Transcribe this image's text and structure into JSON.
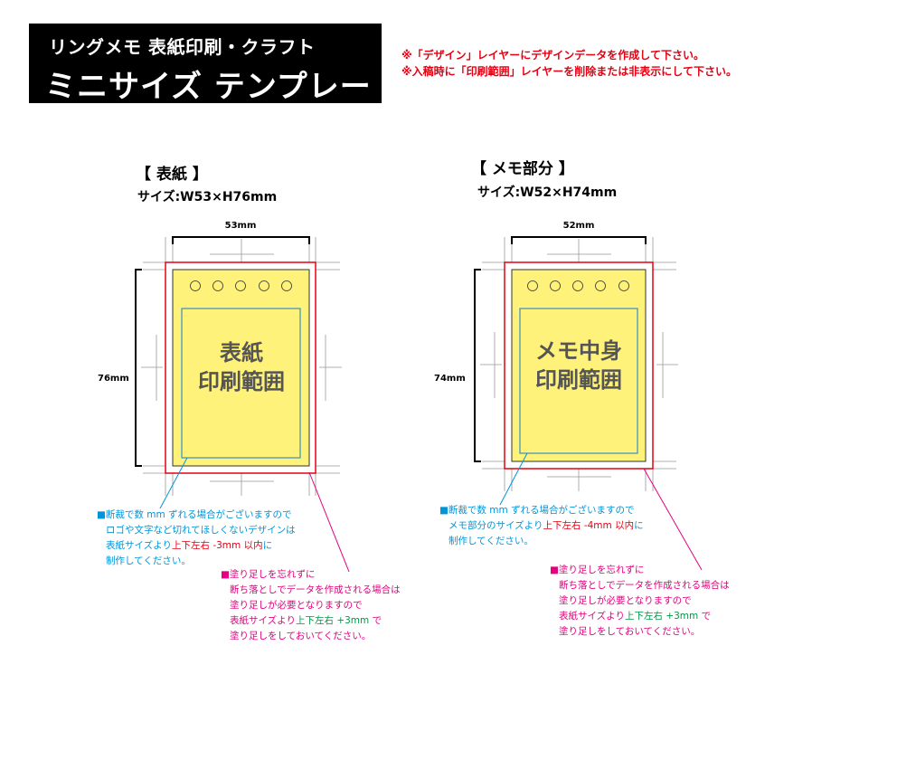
{
  "header": {
    "subtitle": "リングメモ 表紙印刷・クラフト",
    "title": "ミニサイズ テンプレート"
  },
  "notes": [
    "※「デザイン」レイヤーにデザインデータを作成して下さい。",
    "※入稿時に「印刷範囲」レイヤーを削除または非表示にして下さい。"
  ],
  "colors": {
    "bleed": "#e60012",
    "safe": "#3a8fc0",
    "paper": "#fff27a",
    "blue_text": "#0095d9",
    "pink_text": "#e4007f",
    "red_text": "#e60012",
    "green_text": "#009944"
  },
  "cover": {
    "heading": "【 表紙 】",
    "size": "サイズ:W53×H76mm",
    "width_label": "53mm",
    "height_label": "76mm",
    "area_label": [
      "表紙",
      "印刷範囲"
    ],
    "safe_note": {
      "l1": "■断裁で数 mm ずれる場合がございますので",
      "l2": "ロゴや文字など切れてほしくないデザインは",
      "l3a": "表紙サイズより",
      "l3b": "上下左右 -3mm 以内",
      "l3c": "に",
      "l4": "制作してください。"
    },
    "bleed_note": {
      "l1": "■塗り足しを忘れずに",
      "l2": "断ち落としでデータを作成される場合は",
      "l3": "塗り足しが必要となりますので",
      "l4a": "表紙サイズより",
      "l4b": "上下左右 +3mm",
      "l4c": " で",
      "l5": "塗り足しをしておいてください。"
    }
  },
  "memo": {
    "heading": "【 メモ部分 】",
    "size": "サイズ:W52×H74mm",
    "width_label": "52mm",
    "height_label": "74mm",
    "area_label": [
      "メモ中身",
      "印刷範囲"
    ],
    "safe_note": {
      "l1": "■断裁で数 mm ずれる場合がございますので",
      "l2a": "メモ部分のサイズより",
      "l2b": "上下左右 -4mm 以内",
      "l2c": "に",
      "l3": "制作してください。"
    },
    "bleed_note": {
      "l1": "■塗り足しを忘れずに",
      "l2": "断ち落としでデータを作成される場合は",
      "l3": "塗り足しが必要となりますので",
      "l4a": "表紙サイズより",
      "l4b": "上下左右 +3mm",
      "l4c": " で",
      "l5": "塗り足しをしておいてください。"
    }
  }
}
